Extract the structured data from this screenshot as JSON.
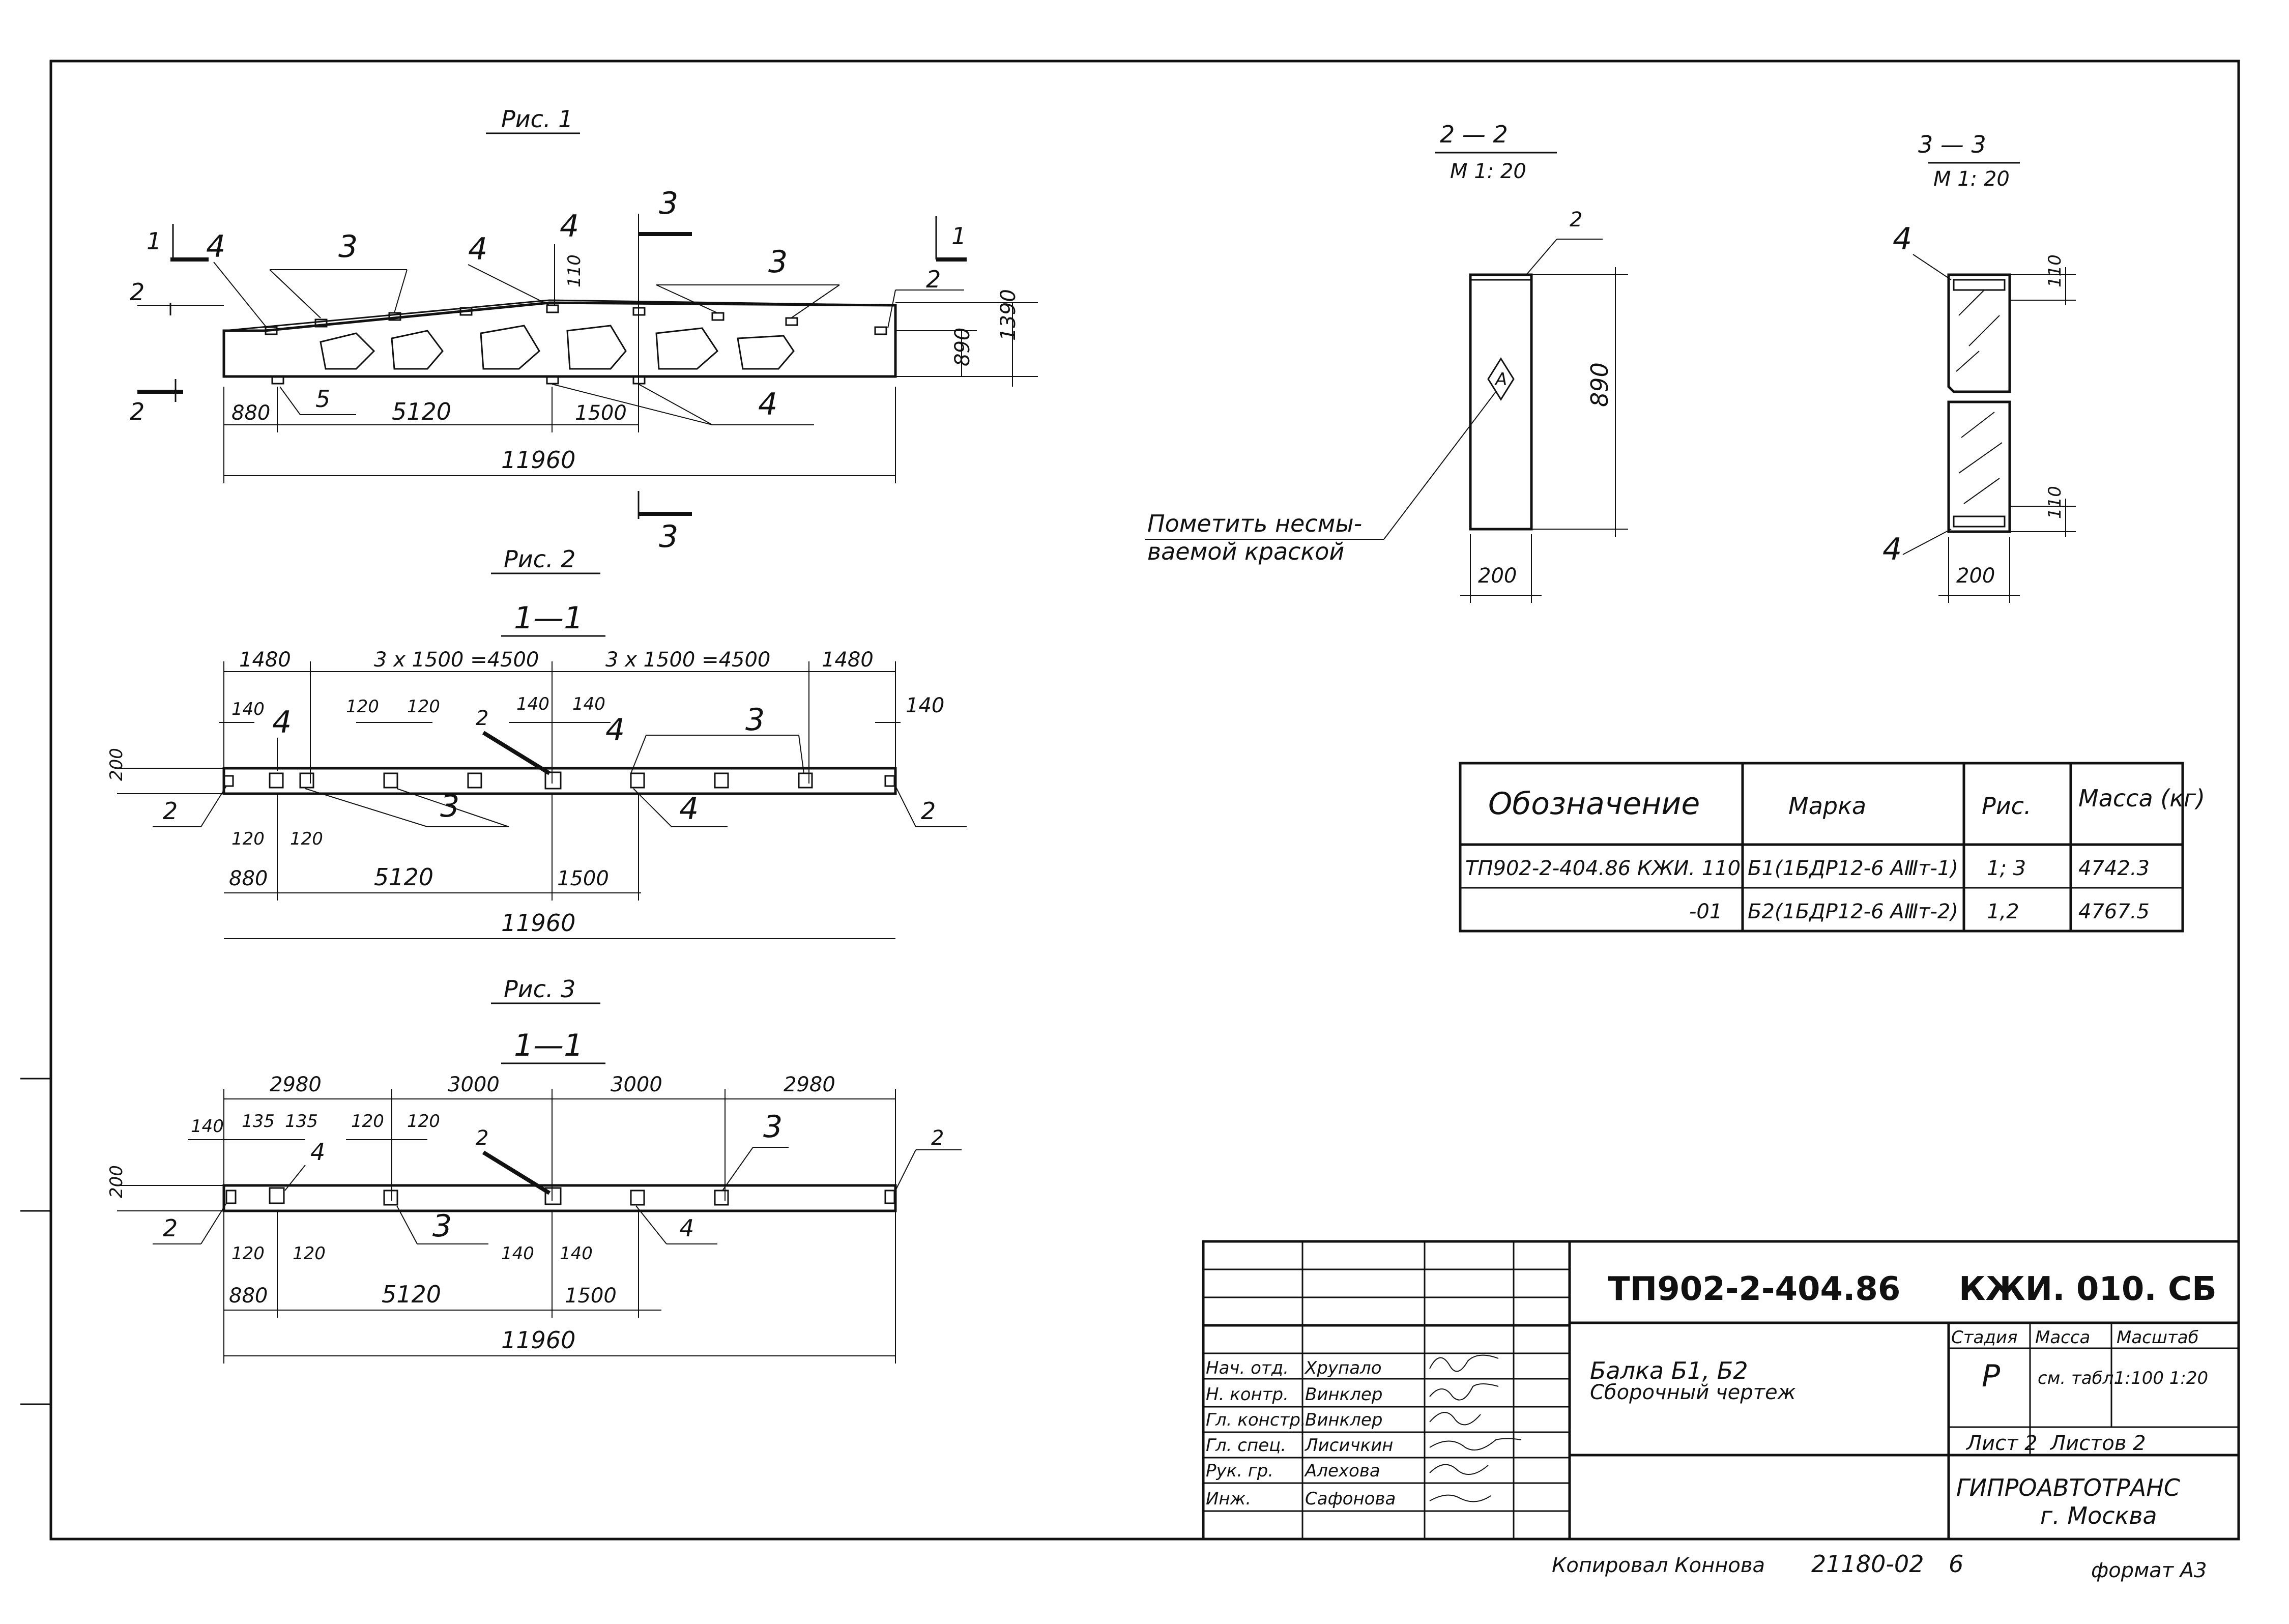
{
  "fig1": {
    "title": "Рис. 1",
    "dims": {
      "left_end": "880",
      "span1": "5120",
      "span2": "1500",
      "total": "11960",
      "h_mid": "890",
      "h_total": "1390",
      "top_gap": "110"
    },
    "marks": {
      "m1": "1",
      "m2": "2",
      "m3": "3",
      "m4": "4",
      "m5": "5"
    }
  },
  "fig2": {
    "title": "Рис. 2",
    "section": "1—1",
    "dims": {
      "end_left": "1480",
      "span_a": "3 х 1500 =4500",
      "span_b": "3 х 1500 =4500",
      "end_right": "1480",
      "d140": "140",
      "d120": "120",
      "d200": "200",
      "d880": "880",
      "d5120": "5120",
      "d1500": "1500",
      "total": "11960"
    }
  },
  "fig3": {
    "title": "Рис. 3",
    "section": "1—1",
    "dims": {
      "d2980": "2980",
      "d3000": "3000",
      "d140": "140",
      "d135": "135",
      "d120": "120",
      "d200": "200",
      "d880": "880",
      "d5120": "5120",
      "d1500": "1500",
      "total": "11960"
    }
  },
  "sec22": {
    "title": "2 — 2",
    "scale": "М 1: 20",
    "mark": "2",
    "height": "890",
    "width": "200",
    "diamond": "А",
    "note_line1": "Пометить несмы-",
    "note_line2": "ваемой краской"
  },
  "sec33": {
    "title": "3 — 3",
    "scale": "М 1: 20",
    "mark4": "4",
    "d110": "110",
    "width": "200"
  },
  "spec_table": {
    "headers": [
      "Обозначение",
      "Марка",
      "Рис.",
      "Масса (кг)"
    ],
    "rows": [
      [
        "ТП902-2-404.86 КЖИ. 110",
        "Б1(1БДР12-6 АⅢт-1)",
        "1; 3",
        "4742.3"
      ],
      [
        "-01",
        "Б2(1БДР12-6 АⅢт-2)",
        "1,2",
        "4767.5"
      ]
    ]
  },
  "title_block": {
    "project_code": "ТП902-2-404.86",
    "doc_code": "КЖИ. 010. СБ",
    "name_line1": "Балка Б1, Б2",
    "name_line2": "Сборочный чертеж",
    "stage_header": "Стадия",
    "mass_header": "Масса",
    "scale_header": "Масштаб",
    "stage": "Р",
    "mass": "см. табл.",
    "scale": "1:100  1:20",
    "sheet": "Лист 2",
    "sheets": "Листов 2",
    "org_line1": "ГИПРОАВТОТРАНС",
    "org_line2": "г. Москва",
    "signatures": [
      {
        "role": "Нач. отд.",
        "name": "Хрупало"
      },
      {
        "role": "Н. контр.",
        "name": "Винклер"
      },
      {
        "role": "Гл. констр.",
        "name": "Винклер"
      },
      {
        "role": "Гл. спец.",
        "name": "Лисичкин"
      },
      {
        "role": "Рук. гр.",
        "name": "Алехова"
      },
      {
        "role": "Инж.",
        "name": "Сафонова"
      }
    ]
  },
  "footer": {
    "copied": "Копировал Коннова",
    "number": "21180-02",
    "num2": "6",
    "format": "формат А3"
  }
}
